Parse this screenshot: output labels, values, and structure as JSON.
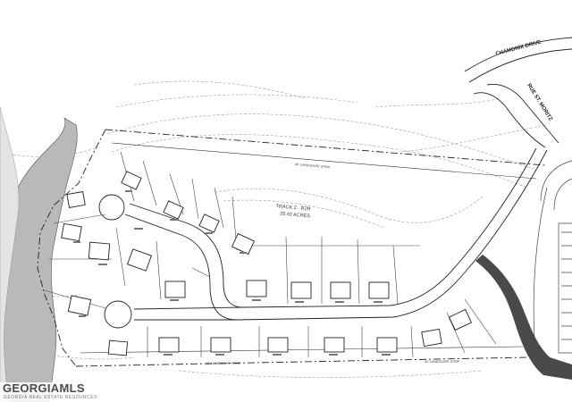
{
  "map": {
    "road_chamonix": "CHAMONIX DRIVE",
    "road_rue": "RUE ST. MORITZ",
    "tract_label": "TRACK 2 - R2R",
    "tract_area": "20.42 ACRES",
    "buffer_label": "40' LANDSCAPE STRIP",
    "colors": {
      "linework": "#2a2a2a",
      "contours": "#8a8a8a",
      "woods": "#9a9a9a",
      "pavement": "#5a5a5a"
    }
  },
  "watermark": {
    "brand": "GEORGIAMLS",
    "tagline": "GEORGIA REAL ESTATE RESOURCES"
  }
}
